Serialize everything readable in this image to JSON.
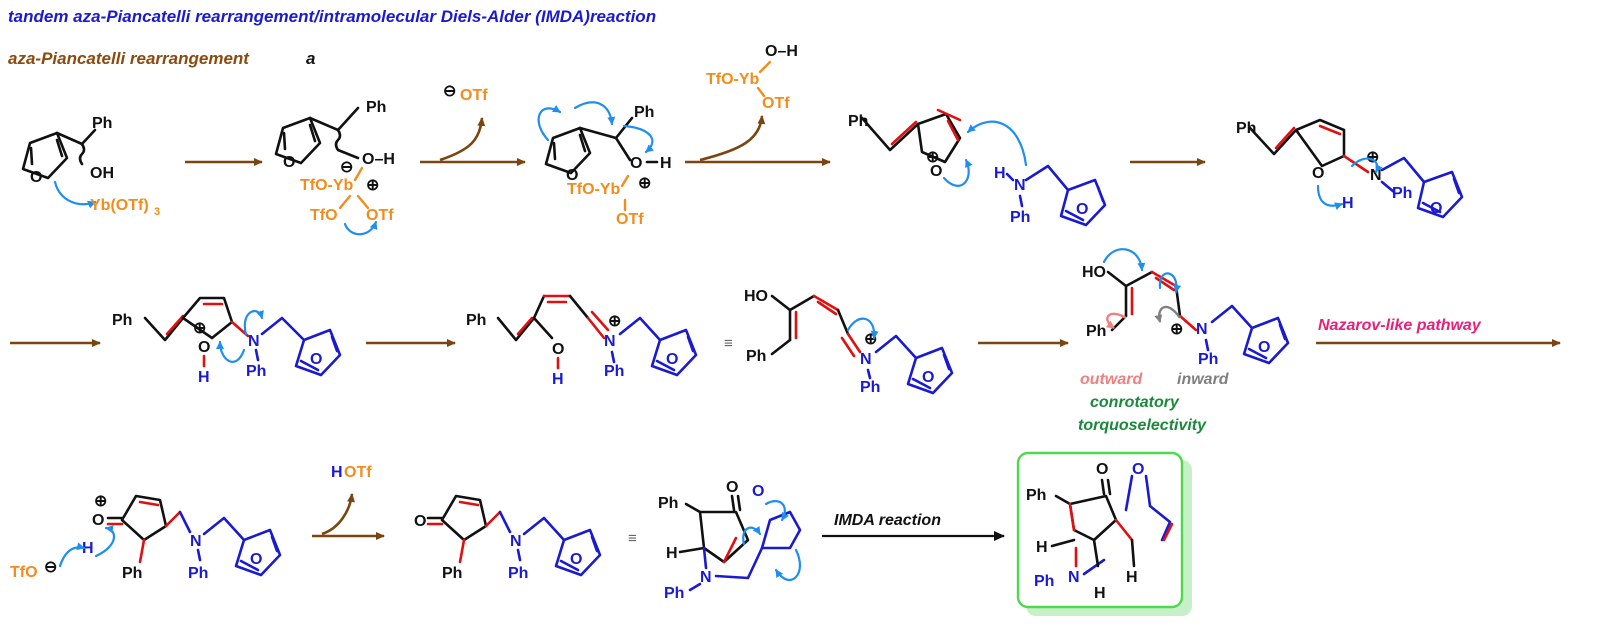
{
  "header": {
    "title": "tandem aza-Piancatelli rearrangement/intramolecular Diels-Alder (IMDA)reaction",
    "subtitle": "aza-Piancatelli rearrangement",
    "subtitle_suffix": "a"
  },
  "colors": {
    "title": "#1a1ad0",
    "subtitle": "#8b4a0e",
    "arrow": "#7a4510",
    "curved_arrow": "#1e8ef0",
    "new_bond": "#e01010",
    "catalyst": "#f28c1c",
    "amine": "#1a1ad0",
    "pathway_label": "#e8207a",
    "torquo": "#1a8a3a",
    "outward": "#f08080",
    "inward": "#808080",
    "product_box": "#4cd94c"
  },
  "labels": {
    "ph": "Ph",
    "oh": "OH",
    "o": "O",
    "h": "H",
    "n": "N",
    "oh_dash": "O–H",
    "yb_otf3": "Yb(OTf)",
    "sub3": "3",
    "tfo_yb": "TfO-Yb",
    "tfo": "TfO",
    "otf": "OTf",
    "yb": "Yb",
    "ho": "HO",
    "h_otf_h": "H",
    "h_otf_o": "OTf",
    "minus": "⊖",
    "plus": "⊕",
    "equiv": "≡"
  },
  "annotations": {
    "nazarov": "Nazarov-like pathway",
    "outward": "outward",
    "inward": "inward",
    "conrotatory": "conrotatory",
    "torquoselectivity": "torquoselectivity",
    "imda": "IMDA reaction"
  }
}
